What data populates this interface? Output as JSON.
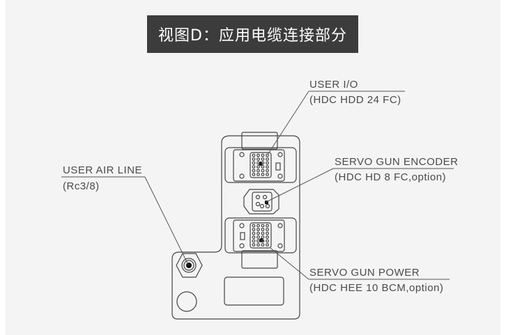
{
  "title": "视图D：应用电缆连接部分",
  "labels": {
    "user_io": {
      "line1": "USER I/O",
      "line2": "(HDC HDD 24 FC)"
    },
    "servo_gun_encoder": {
      "line1": "SERVO GUN ENCODER",
      "line2": "(HDC HD 8 FC,option)"
    },
    "user_air_line": {
      "line1": "USER AIR LINE",
      "line2": "(Rc3/8)"
    },
    "servo_gun_power": {
      "line1": "SERVO GUN POWER",
      "line2": "(HDC HEE 10 BCM,option)"
    }
  },
  "colors": {
    "title_bg": "#3c3c3c",
    "panel_bg": "#f4f4f4",
    "line": "#444444"
  }
}
